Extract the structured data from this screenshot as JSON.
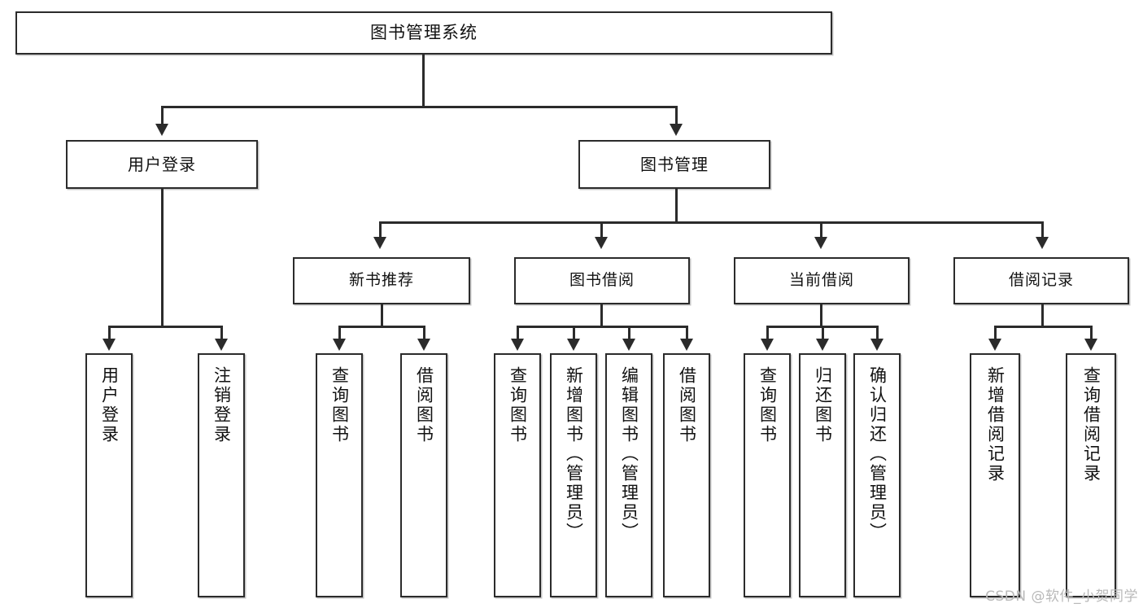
{
  "diagram": {
    "title": "图书管理系统",
    "type": "tree",
    "root": {
      "label": "图书管理系统"
    },
    "level1": [
      {
        "label": "用户登录"
      },
      {
        "label": "图书管理"
      }
    ],
    "level2": [
      {
        "label": "新书推荐"
      },
      {
        "label": "图书借阅"
      },
      {
        "label": "当前借阅"
      },
      {
        "label": "借阅记录"
      }
    ],
    "leaves": {
      "user_login": [
        {
          "label": "用户登录"
        },
        {
          "label": "注销登录"
        }
      ],
      "new_book_recommend": [
        {
          "label": "查询图书"
        },
        {
          "label": "借阅图书"
        }
      ],
      "book_borrow": [
        {
          "label": "查询图书"
        },
        {
          "label": "新增图书（管理员）"
        },
        {
          "label": "编辑图书（管理员）"
        },
        {
          "label": "借阅图书"
        }
      ],
      "current_borrow": [
        {
          "label": "查询图书"
        },
        {
          "label": "归还图书"
        },
        {
          "label": "确认归还（管理员）"
        }
      ],
      "borrow_record": [
        {
          "label": "新增借阅记录"
        },
        {
          "label": "查询借阅记录"
        }
      ]
    }
  },
  "watermark": {
    "text": "CSDN @软件_小贺同学"
  },
  "colors": {
    "stroke": "#2b2b2b",
    "text": "#111111",
    "background": "#ffffff",
    "watermark": "#b9b9b9"
  }
}
